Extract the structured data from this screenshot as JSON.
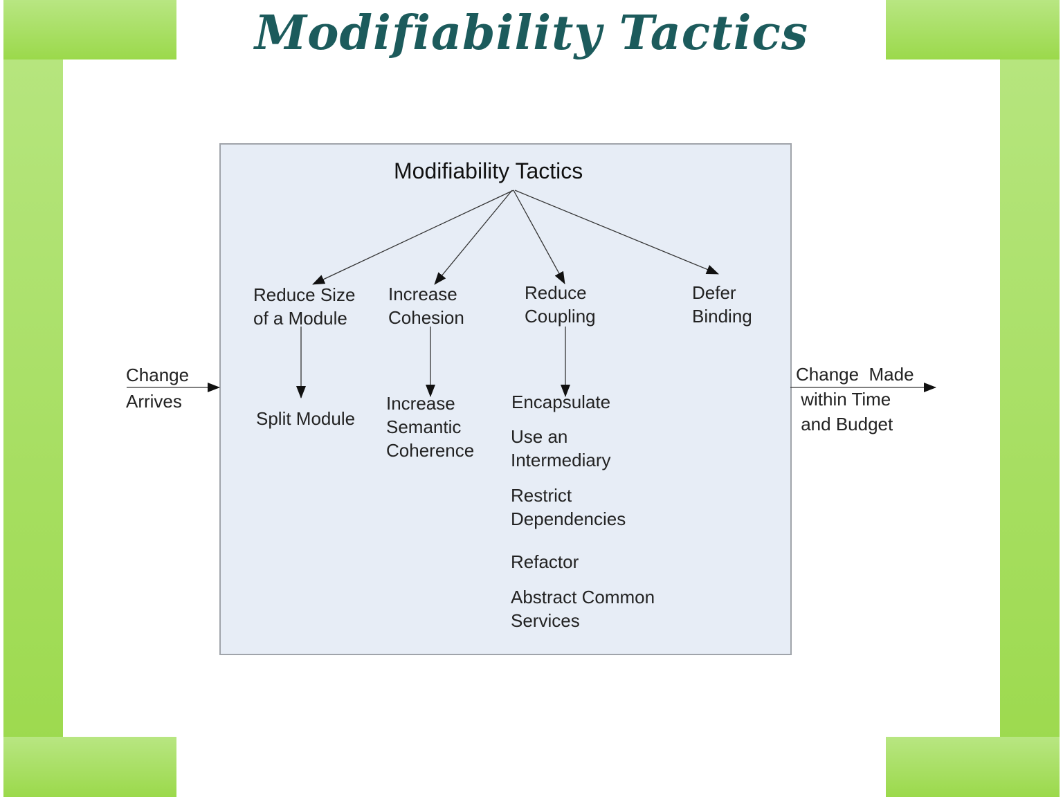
{
  "slide_title": "Modifiability Tactics",
  "diagram": {
    "root": "Modifiability Tactics",
    "input": "Change\nArrives",
    "output": "Change  Made\n within Time\n and Budget",
    "categories": [
      {
        "label": "Reduce Size\nof a Module",
        "tactics": [
          "Split Module"
        ]
      },
      {
        "label": "Increase\nCohesion",
        "tactics": [
          "Increase\nSemantic\nCoherence"
        ]
      },
      {
        "label": "Reduce\nCoupling",
        "tactics": [
          "Encapsulate",
          "Use an\nIntermediary",
          "Restrict\nDependencies",
          "Refactor",
          "Abstract Common\nServices"
        ]
      },
      {
        "label": "Defer\nBinding",
        "tactics": []
      }
    ]
  },
  "colors": {
    "accent": "#1c5b5c",
    "frame": "#a8df60",
    "box": "#e7edf6"
  }
}
